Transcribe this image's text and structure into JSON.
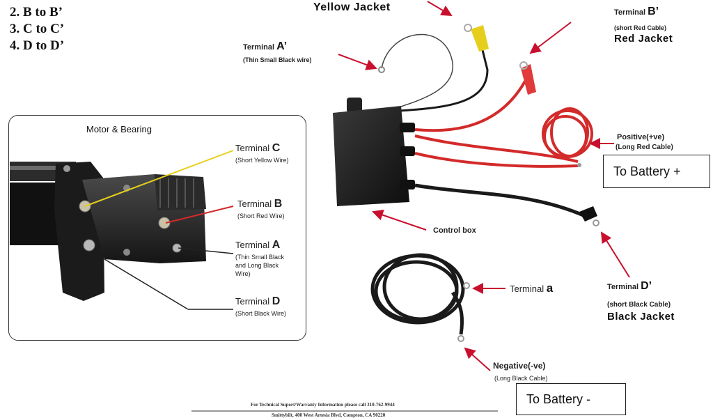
{
  "steps": [
    "2. B to B’",
    "3. C to C’",
    "4. D to D’"
  ],
  "yellow_jacket": "Yellow  Jacket",
  "terminal_a_prime": {
    "word": "Terminal ",
    "letter": "A’",
    "sub": "(Thin Small Black wire)"
  },
  "terminal_b_prime": {
    "word": "Terminal ",
    "letter": "B’",
    "sub": "(short Red Cable)",
    "jacket": "Red Jacket"
  },
  "positive": {
    "title": "Positive(+ve)",
    "sub": "(Long Red Cable)"
  },
  "battery_plus": "To Battery +",
  "control_box": "Control box",
  "terminal_d_prime": {
    "word": "Terminal ",
    "letter": "D’",
    "sub": "(short Black Cable)",
    "jacket": "Black  Jacket"
  },
  "terminal_a_small": {
    "word": "Terminal ",
    "letter": "a"
  },
  "negative": {
    "title": "Negative(-ve)",
    "sub": "(Long Black Cable)"
  },
  "battery_minus": "To Battery -",
  "motor": {
    "title": "Motor & Bearing",
    "terminal_c": {
      "word": "Terminal ",
      "letter": "C",
      "sub": "(Short Yellow Wire)"
    },
    "terminal_b": {
      "word": "Terminal ",
      "letter": "B",
      "sub": "(Short Red Wire)"
    },
    "terminal_a": {
      "word": "Terminal ",
      "letter": "A",
      "sub1": "(Thin Small Black",
      "sub2": "and Long Black",
      "sub3": "Wire)"
    },
    "terminal_d": {
      "word": "Terminal ",
      "letter": "D",
      "sub": "(Short Black Wire)"
    }
  },
  "footer": {
    "line1": "For Technical Suport/Warranty Information please call  310-762-9944",
    "line2": "Smittybilt, 400 West Artesia Blvd, Compton, CA  90220"
  },
  "colors": {
    "arrow": "#c8102e",
    "red_cable": "#d32a2a",
    "yellow_wire": "#e6cf1c",
    "black_cable": "#1a1a1a"
  }
}
